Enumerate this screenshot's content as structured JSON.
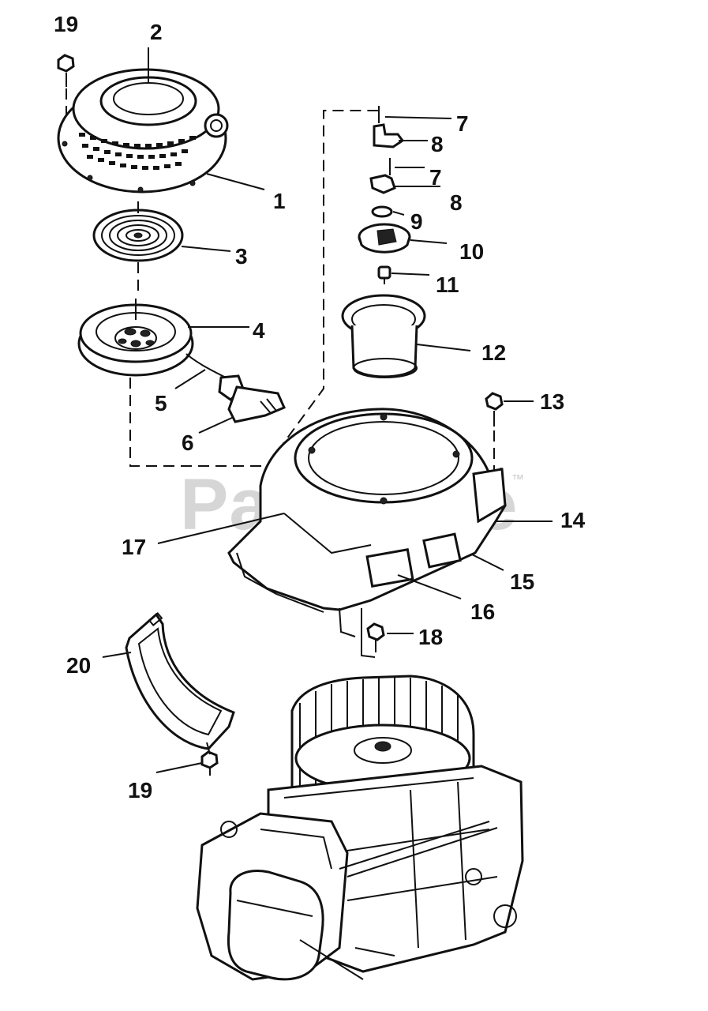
{
  "watermark": {
    "text": "PartsTree",
    "trademark": "™"
  },
  "callouts": [
    {
      "id": "19a",
      "text": "19"
    },
    {
      "id": "2",
      "text": "2"
    },
    {
      "id": "1",
      "text": "1"
    },
    {
      "id": "3",
      "text": "3"
    },
    {
      "id": "4",
      "text": "4"
    },
    {
      "id": "5",
      "text": "5"
    },
    {
      "id": "6",
      "text": "6"
    },
    {
      "id": "7a",
      "text": "7"
    },
    {
      "id": "8a",
      "text": "8"
    },
    {
      "id": "7b",
      "text": "7"
    },
    {
      "id": "8b",
      "text": "8"
    },
    {
      "id": "9",
      "text": "9"
    },
    {
      "id": "10",
      "text": "10"
    },
    {
      "id": "11",
      "text": "11"
    },
    {
      "id": "12",
      "text": "12"
    },
    {
      "id": "13",
      "text": "13"
    },
    {
      "id": "14",
      "text": "14"
    },
    {
      "id": "15",
      "text": "15"
    },
    {
      "id": "16",
      "text": "16"
    },
    {
      "id": "17",
      "text": "17"
    },
    {
      "id": "18",
      "text": "18"
    },
    {
      "id": "20",
      "text": "20"
    },
    {
      "id": "19b",
      "text": "19"
    }
  ]
}
